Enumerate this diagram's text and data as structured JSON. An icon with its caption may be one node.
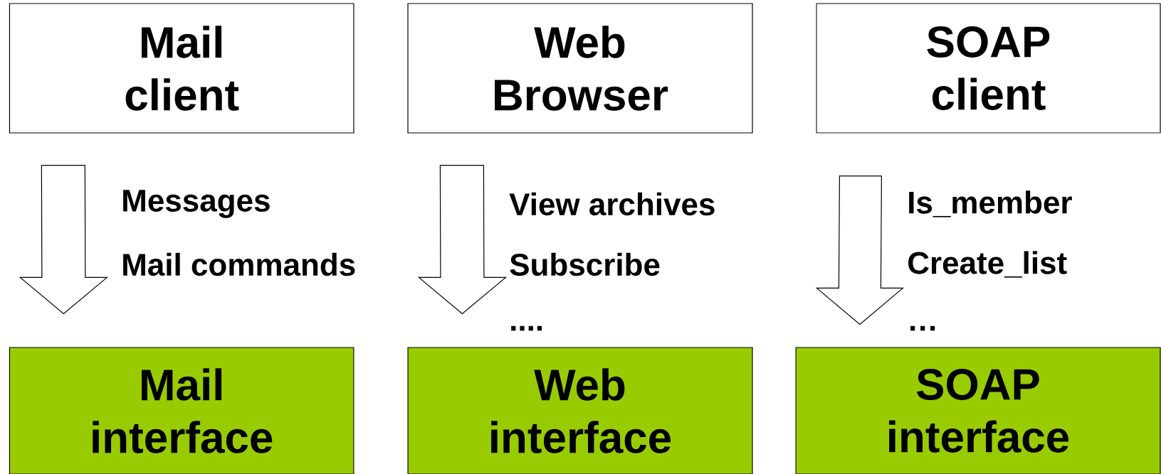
{
  "diagram": {
    "nodes": [
      {
        "text": [
          "Mail client"
        ]
      },
      {
        "text": [
          "Web Browser"
        ]
      },
      {
        "text": [
          "SOAP client"
        ]
      },
      {
        "text": [
          "Mail interface"
        ]
      },
      {
        "text": [
          "Web interface"
        ]
      },
      {
        "text": [
          "SOAP interface"
        ]
      }
    ],
    "edges": [
      {
        "from": 0,
        "to": 3,
        "arrow": "to"
      },
      {
        "from": 1,
        "to": 4,
        "arrow": "to"
      },
      {
        "from": 2,
        "to": 5,
        "arrow": "to"
      }
    ],
    "labels": [
      "Messages",
      "View archives",
      "Is_member",
      "Mail commands",
      "Subscribe",
      "Create_list",
      "....",
      "…"
    ]
  }
}
